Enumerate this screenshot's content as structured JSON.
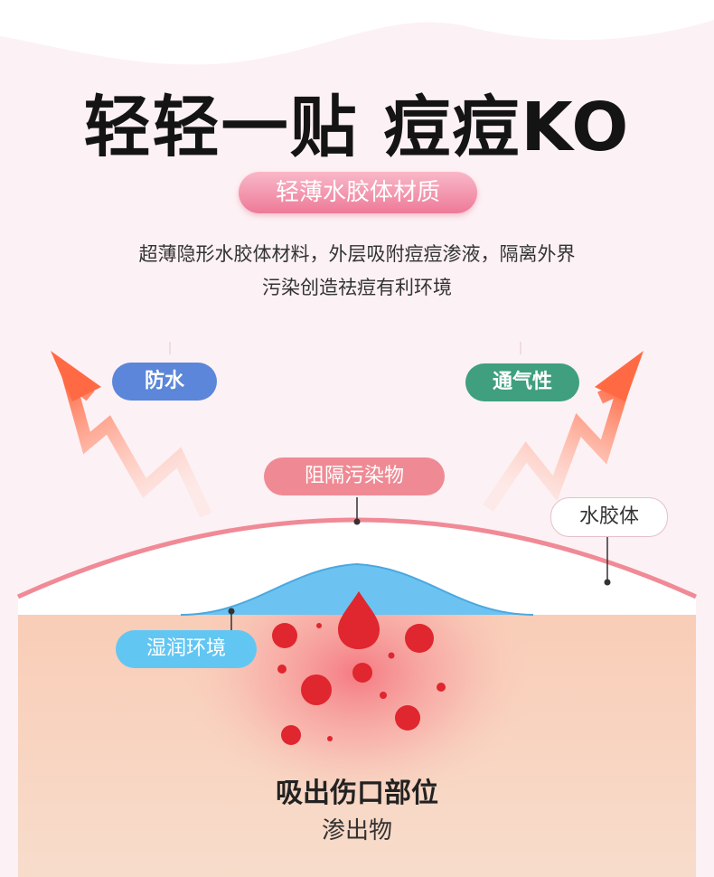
{
  "title": "轻轻一贴 痘痘KO",
  "subtitle": "轻薄水胶体材质",
  "description": {
    "line1": "超薄隐形水胶体材料，外层吸附痘痘渗液，隔离外界",
    "line2": "污染创造祛痘有利环境"
  },
  "labels": {
    "waterproof": "防水",
    "breathable": "通气性",
    "block_pollutants": "阻隔污染物",
    "hydrocolloid": "水胶体",
    "moist_environment": "湿润环境"
  },
  "wound": {
    "title": "吸出伤口部位",
    "subtitle": "渗出物"
  },
  "colors": {
    "background": "#fcf1f4",
    "skin": "#f9d2bd",
    "film_outline": "#e86f80",
    "gel_layer": "#6cc3f1",
    "arrow": "#ff7a55",
    "blood": "#e0262e"
  }
}
